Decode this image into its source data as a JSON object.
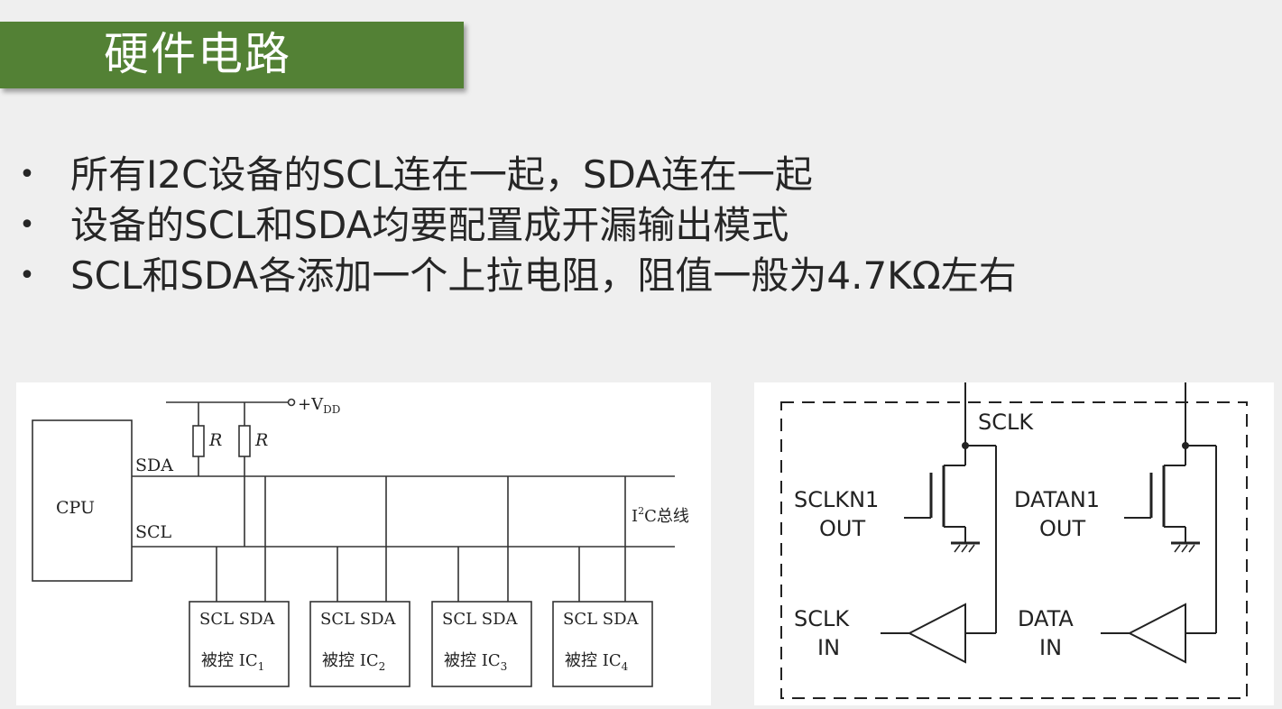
{
  "slide": {
    "title": "硬件电路",
    "bullet_symbol": "•",
    "bullets": [
      "所有I2C设备的SCL连在一起，SDA连在一起",
      "设备的SCL和SDA均要配置成开漏输出模式",
      "SCL和SDA各添加一个上拉电阻，阻值一般为4.7KΩ左右"
    ]
  },
  "bus_diagram": {
    "cpu_label": "CPU",
    "sda_label": "SDA",
    "scl_label": "SCL",
    "resistor_label": "R",
    "vdd_label": "+V",
    "vdd_sub": "DD",
    "bus_label_main": "I",
    "bus_label_sup": "2",
    "bus_label_rest": "C总线",
    "slaves": [
      {
        "pins": "SCL SDA",
        "name": "被控 IC",
        "sub": "1"
      },
      {
        "pins": "SCL SDA",
        "name": "被控 IC",
        "sub": "2"
      },
      {
        "pins": "SCL SDA",
        "name": "被控 IC",
        "sub": "3"
      },
      {
        "pins": "SCL SDA",
        "name": "被控 IC",
        "sub": "4"
      }
    ]
  },
  "io_diagram": {
    "top_label": "SCLK",
    "left_out_1": "SCLKN1",
    "left_out_2": "OUT",
    "left_in_1": "SCLK",
    "left_in_2": "IN",
    "right_out_1": "DATAN1",
    "right_out_2": "OUT",
    "right_in_1": "DATA",
    "right_in_2": "IN"
  }
}
